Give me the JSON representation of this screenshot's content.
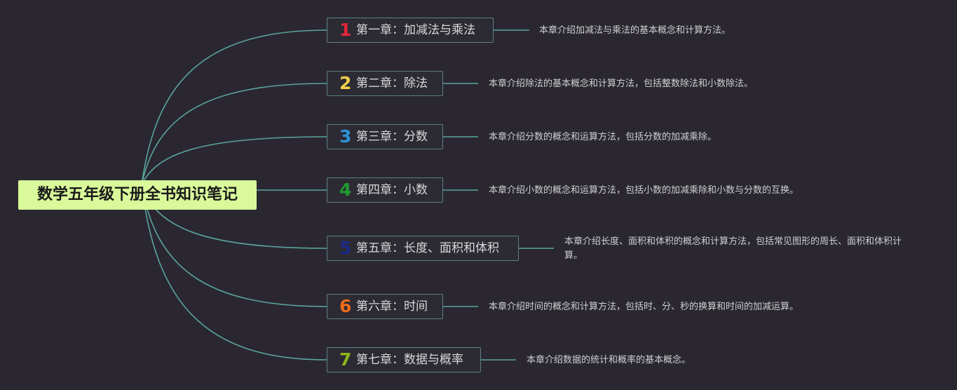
{
  "root": {
    "title": "数学五年级下册全书知识笔记"
  },
  "colors": {
    "background": "#2a2730",
    "root_fill": "#d9f99a",
    "connector": "#5aa39e",
    "node_border": "#5f7f86"
  },
  "chapters": [
    {
      "number": "1",
      "number_color": "#e5283a",
      "title": "第一章：加减法与乘法",
      "description": "本章介绍加减法与乘法的基本概念和计算方法。"
    },
    {
      "number": "2",
      "number_color": "#f2cf4b",
      "title": "第二章：除法",
      "description": "本章介绍除法的基本概念和计算方法，包括整数除法和小数除法。"
    },
    {
      "number": "3",
      "number_color": "#2a93d8",
      "title": "第三章：分数",
      "description": "本章介绍分数的概念和运算方法，包括分数的加减乘除。"
    },
    {
      "number": "4",
      "number_color": "#1f9a2f",
      "title": "第四章：小数",
      "description": "本章介绍小数的概念和运算方法，包括小数的加减乘除和小数与分数的互换。"
    },
    {
      "number": "5",
      "number_color": "#1b2a8a",
      "title": "第五章：长度、面积和体积",
      "description": "本章介绍长度、面积和体积的概念和计算方法，包括常见图形的周长、面积和体积计算。"
    },
    {
      "number": "6",
      "number_color": "#f06a1a",
      "title": "第六章：时间",
      "description": "本章介绍时间的概念和计算方法，包括时、分、秒的换算和时间的加减运算。"
    },
    {
      "number": "7",
      "number_color": "#8fb51c",
      "title": "第七章：数据与概率",
      "description": "本章介绍数据的统计和概率的基本概念。"
    }
  ]
}
